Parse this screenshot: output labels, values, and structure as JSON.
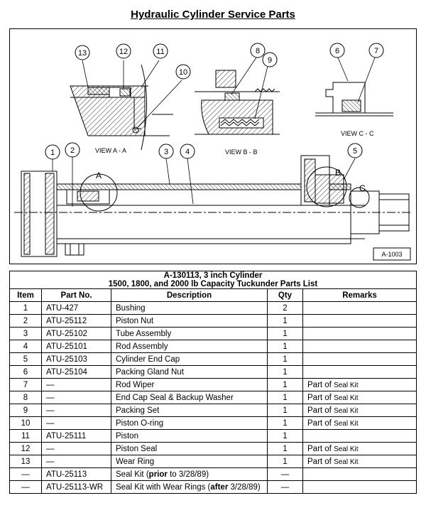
{
  "title": "Hydraulic Cylinder Service Parts",
  "diagram": {
    "callouts": [
      "1",
      "2",
      "3",
      "4",
      "5",
      "6",
      "7",
      "8",
      "9",
      "10",
      "11",
      "12",
      "13"
    ],
    "view_a": "VIEW A - A",
    "view_b": "VIEW B - B",
    "view_c": "VIEW C - C",
    "section_a": "A",
    "section_b": "B",
    "section_c": "C",
    "figure_id": "A-1003"
  },
  "table": {
    "title_line1": "A-130113, 3 inch Cylinder",
    "title_line2": "1500, 1800, and 2000 lb Capacity Tuckunder Parts List",
    "headers": [
      "Item",
      "Part No.",
      "Description",
      "Qty",
      "Remarks"
    ],
    "rows": [
      {
        "item": "1",
        "part": "ATU-427",
        "desc": "Bushing",
        "qty": "2",
        "remarks_pre": "",
        "remarks_small": ""
      },
      {
        "item": "2",
        "part": "ATU-25112",
        "desc": "Piston Nut",
        "qty": "1",
        "remarks_pre": "",
        "remarks_small": ""
      },
      {
        "item": "3",
        "part": "ATU-25102",
        "desc": "Tube Assembly",
        "qty": "1",
        "remarks_pre": "",
        "remarks_small": ""
      },
      {
        "item": "4",
        "part": "ATU-25101",
        "desc": "Rod Assembly",
        "qty": "1",
        "remarks_pre": "",
        "remarks_small": ""
      },
      {
        "item": "5",
        "part": "ATU-25103",
        "desc": "Cylinder End Cap",
        "qty": "1",
        "remarks_pre": "",
        "remarks_small": ""
      },
      {
        "item": "6",
        "part": "ATU-25104",
        "desc": "Packing Gland Nut",
        "qty": "1",
        "remarks_pre": "",
        "remarks_small": ""
      },
      {
        "item": "7",
        "part": "—",
        "desc": "Rod Wiper",
        "qty": "1",
        "remarks_pre": "Part of ",
        "remarks_small": "Seal Kit"
      },
      {
        "item": "8",
        "part": "—",
        "desc": "End Cap Seal & Backup Washer",
        "qty": "1",
        "remarks_pre": "Part of ",
        "remarks_small": "Seal Kit"
      },
      {
        "item": "9",
        "part": "—",
        "desc": "Packing Set",
        "qty": "1",
        "remarks_pre": "Part of ",
        "remarks_small": "Seal Kit"
      },
      {
        "item": "10",
        "part": "—",
        "desc": "Piston O-ring",
        "qty": "1",
        "remarks_pre": "Part of ",
        "remarks_small": "Seal Kit"
      },
      {
        "item": "11",
        "part": "ATU-25111",
        "desc": "Piston",
        "qty": "1",
        "remarks_pre": "",
        "remarks_small": ""
      },
      {
        "item": "12",
        "part": "—",
        "desc": "Piston Seal",
        "qty": "1",
        "remarks_pre": "Part of ",
        "remarks_small": "Seal Kit"
      },
      {
        "item": "13",
        "part": "—",
        "desc": "Wear Ring",
        "qty": "1",
        "remarks_pre": "Part of ",
        "remarks_small": "Seal Kit"
      }
    ],
    "kit_rows": [
      {
        "item": "—",
        "part": "ATU-25113",
        "desc_pre": "Seal Kit (",
        "desc_bold": "prior",
        "desc_post": " to 3/28/89)",
        "qty": "—"
      },
      {
        "item": "—",
        "part": "ATU-25113-WR",
        "desc_pre": "Seal Kit with Wear Rings (",
        "desc_bold": "after",
        "desc_post": " 3/28/89)",
        "qty": "—"
      }
    ]
  }
}
